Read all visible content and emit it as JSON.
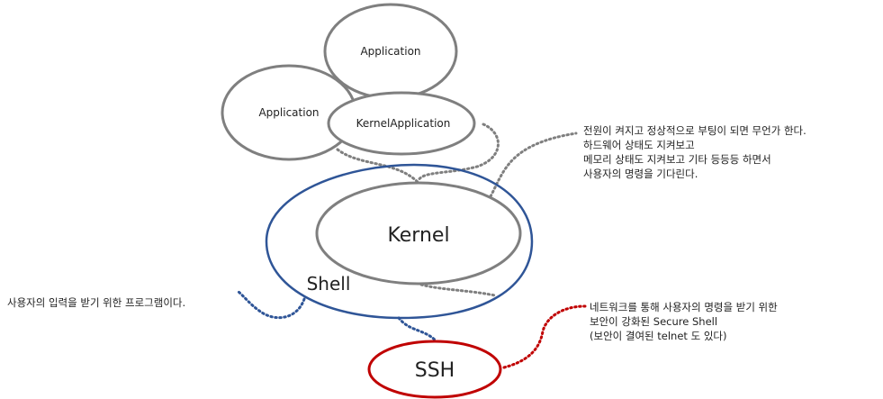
{
  "nodes": {
    "app_top": "Application",
    "app_left": "Application",
    "kernel_app": "KernelApplication",
    "kernel": "Kernel",
    "shell": "Shell",
    "ssh": "SSH"
  },
  "notes": {
    "kernel_lines": [
      "전원이 켜지고 정상적으로 부팅이 되면 무언가 한다.",
      "하드웨어 상태도 지켜보고",
      "메모리 상태도 지켜보고 기타 등등등 하면서",
      "사용자의 명령을 기다린다."
    ],
    "shell_line": "사용자의 입력을 받기 위한 프로그램이다.",
    "ssh_lines": [
      "네트워크를 통해 사용자의 명령을 받기 위한",
      "보안이 강화된 Secure Shell",
      "(보안이 결여된 telnet 도 있다)"
    ]
  },
  "colors": {
    "gray": "#7f7f7f",
    "blue": "#2f5597",
    "red": "#c00000"
  }
}
